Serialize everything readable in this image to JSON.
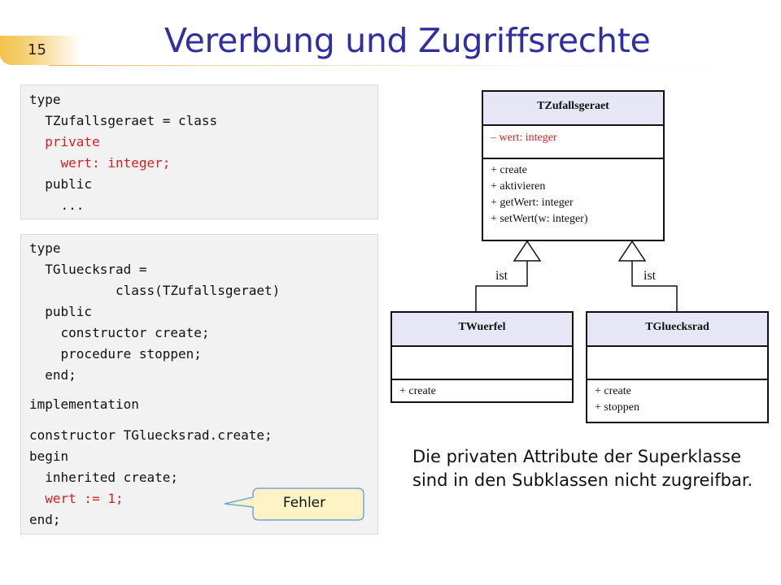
{
  "slide": {
    "page_number": "15",
    "title": "Vererbung und Zugriffsrechte"
  },
  "code_top": {
    "lines": [
      {
        "text": "type",
        "highlight": false
      },
      {
        "text": "  TZufallsgeraet = class",
        "highlight": false
      },
      {
        "text": "  private",
        "highlight": true
      },
      {
        "text": "    wert: integer;",
        "highlight": true
      },
      {
        "text": "  public",
        "highlight": false
      },
      {
        "text": "    ...",
        "highlight": false
      }
    ]
  },
  "code_bottom": {
    "lines": [
      {
        "text": "type",
        "highlight": false
      },
      {
        "text": "  TGluecksrad =",
        "highlight": false
      },
      {
        "text": "           class(TZufallsgeraet)",
        "highlight": false
      },
      {
        "text": "  public",
        "highlight": false
      },
      {
        "text": "    constructor create;",
        "highlight": false
      },
      {
        "text": "    procedure stoppen;",
        "highlight": false
      },
      {
        "text": "  end;",
        "highlight": false
      },
      {
        "text": "implementation",
        "highlight": false
      },
      {
        "text": "constructor TGluecksrad.create;",
        "highlight": false
      },
      {
        "text": "begin",
        "highlight": false
      },
      {
        "text": "  inherited create;",
        "highlight": false
      },
      {
        "text": "  wert := 1;",
        "highlight": true
      },
      {
        "text": "end;",
        "highlight": false
      }
    ]
  },
  "callout": {
    "text": "Fehler"
  },
  "uml": {
    "superclass": {
      "name": "TZufallsgeraet",
      "attributes": [
        "– wert: integer"
      ],
      "methods": [
        "+ create",
        "+ aktivieren",
        "+ getWert: integer",
        "+ setWert(w: integer)"
      ]
    },
    "subclasses": [
      {
        "name": "TWuerfel",
        "attributes": [],
        "methods": [
          "+ create"
        ]
      },
      {
        "name": "TGluecksrad",
        "attributes": [],
        "methods": [
          "+ create",
          "+ stoppen"
        ]
      }
    ],
    "relation_label": "ist"
  },
  "note": {
    "text": "Die privaten Attribute der Superklasse sind in den Subklassen nicht zugreifbar."
  },
  "colors": {
    "title": "#2f2fa2",
    "highlight": "#d42020",
    "class_header": "#e6e6f6",
    "callout_fill": "#fdf3c4",
    "callout_border": "#6fa8d8"
  }
}
